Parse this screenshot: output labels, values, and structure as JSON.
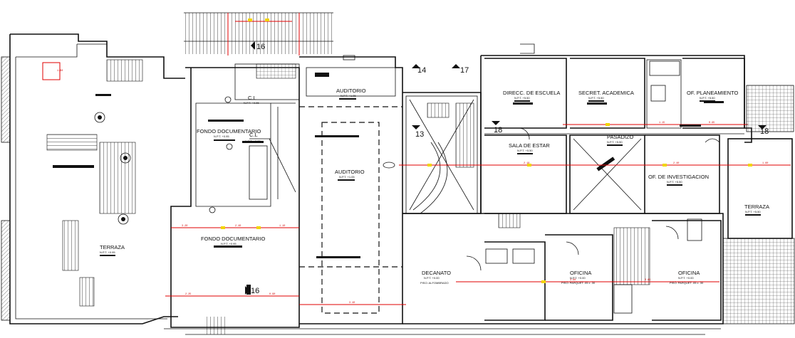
{
  "rooms": [
    {
      "id": "auditorio-upper",
      "name": "AUDITORIO",
      "sub": "N.P.T. +1.05"
    },
    {
      "id": "auditorio-main",
      "name": "AUDITORIO",
      "sub": "N.P.T. +1.05"
    },
    {
      "id": "fondo-upper",
      "name": "FONDO DOCUMENTARIO",
      "sub": "N.P.T. +0.95"
    },
    {
      "id": "fondo-lower",
      "name": "FONDO DOCUMENTARIO",
      "sub": "N.P.T. +0.95"
    },
    {
      "id": "cl1",
      "name": "C.L",
      "sub": "N.P.T. +0.95"
    },
    {
      "id": "cl2",
      "name": "C.L",
      "sub": "N.P.T. +0.95"
    },
    {
      "id": "terraza-left",
      "name": "TERRAZA",
      "sub": "N.P.T. +0.95"
    },
    {
      "id": "terraza-right",
      "name": "TERRAZA",
      "sub": "N.P.T. +5.50"
    },
    {
      "id": "direcc",
      "name": "DIRECC. DE ESCUELA",
      "sub": "N.P.T. +5.50"
    },
    {
      "id": "secret",
      "name": "SECRET.  ACADEMICA",
      "sub": "N.P.T. +5.50"
    },
    {
      "id": "planeamiento",
      "name": "OF. PLANEAMIENTO",
      "sub": "N.P.T. +5.50"
    },
    {
      "id": "pasadizo",
      "name": "PASADIZO",
      "sub": "N.P.T. +5.50"
    },
    {
      "id": "sala",
      "name": "SALA DE ESTAR",
      "sub": "N.P.T. +5.50"
    },
    {
      "id": "investigacion",
      "name": "OF. DE INVESTIGACION",
      "sub": "N.P.T. +5.50"
    },
    {
      "id": "decanato",
      "name": "DECANATO",
      "sub": "N.P.T. +0.00"
    },
    {
      "id": "oficina1",
      "name": "OFICINA",
      "sub": "N.P.T. +0.00"
    },
    {
      "id": "oficina2",
      "name": "OFICINA",
      "sub": "N.P.T. +0.00"
    }
  ],
  "floor_notes": {
    "decanato": "PISO: ALFOMBRADO",
    "oficina1": "PISO: PARQUET .05 x .30",
    "oficina2": "PISO: PARQUET .05 x .30"
  },
  "section_marks": [
    {
      "id": "m14",
      "label": "14"
    },
    {
      "id": "m17",
      "label": "17"
    },
    {
      "id": "m13",
      "label": "13"
    },
    {
      "id": "m18a",
      "label": "18"
    },
    {
      "id": "m18b",
      "label": "18"
    },
    {
      "id": "m16a",
      "label": "16"
    },
    {
      "id": "m16b",
      "label": "16"
    }
  ],
  "dimensions": [
    "1.50",
    "3.20",
    "2.40",
    "1.10",
    "2.25",
    "0.90",
    "3.40",
    "2.10",
    "1.15",
    "0.95",
    "2.40",
    "1.60",
    "3.60",
    "0.85"
  ],
  "colors": {
    "wall": "#111111",
    "dimension": "#e00000",
    "tag": "#f2d400",
    "background": "#ffffff"
  }
}
